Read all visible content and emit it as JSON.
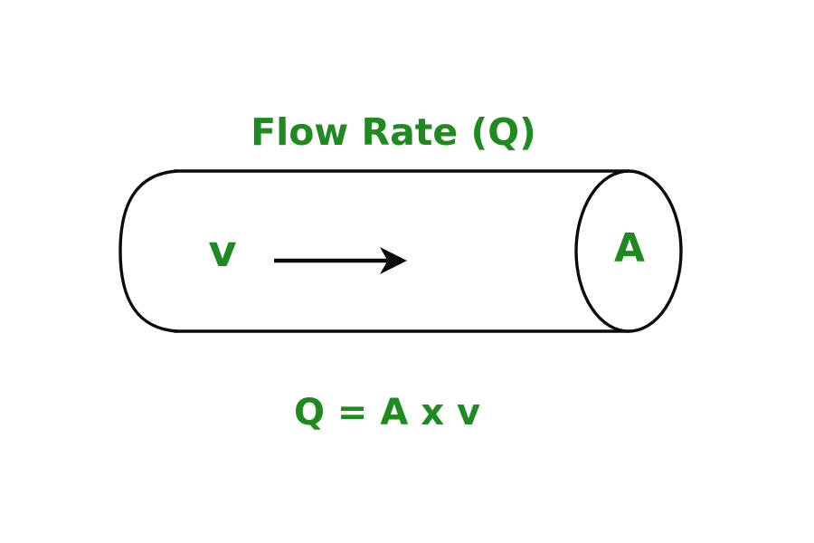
{
  "diagram": {
    "title": "Flow Rate (Q)",
    "pipe": {
      "velocity_label": "v",
      "area_label": "A",
      "arrow_icon": "right-arrow-icon"
    },
    "formula": "Q = A x v"
  },
  "colors": {
    "accent_green": "#1f8a1f",
    "line_black": "#0b0b0b",
    "background": "#ffffff"
  }
}
